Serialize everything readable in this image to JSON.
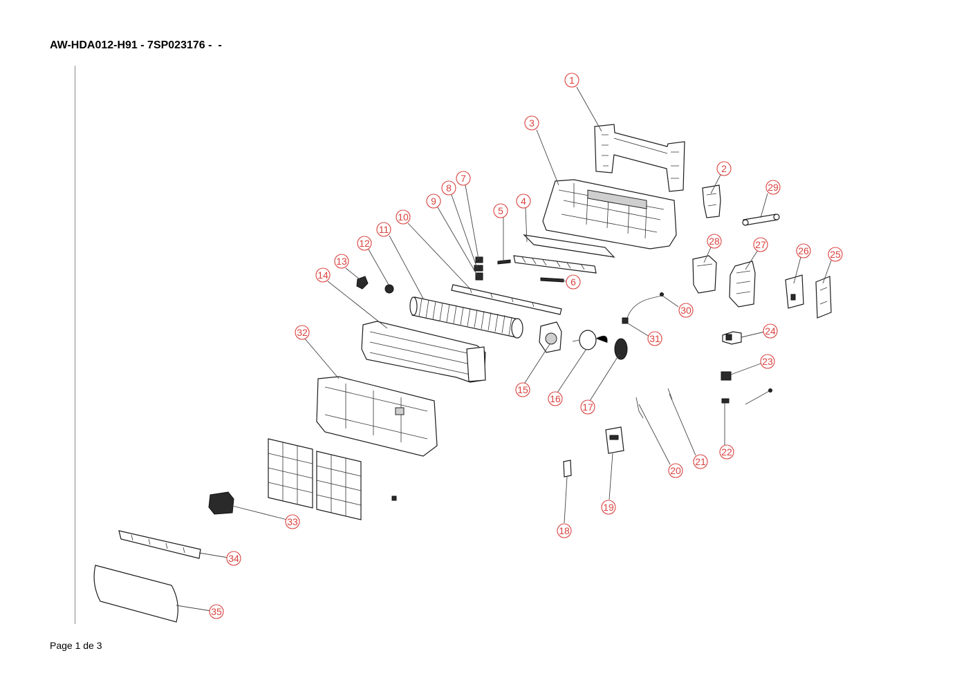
{
  "document": {
    "title": "AW-HDA012-H91 - 7SP023176 -  -",
    "footer": "Page 1 de 3"
  },
  "diagram": {
    "callouts": [
      "1",
      "2",
      "3",
      "4",
      "5",
      "6",
      "7",
      "8",
      "9",
      "10",
      "11",
      "12",
      "13",
      "14",
      "15",
      "16",
      "17",
      "18",
      "19",
      "20",
      "21",
      "22",
      "23",
      "24",
      "25",
      "26",
      "27",
      "28",
      "29",
      "30",
      "31",
      "32",
      "33",
      "34",
      "35"
    ],
    "colors": {
      "callout": "#d8413e",
      "line": "#1a1a1a"
    }
  }
}
